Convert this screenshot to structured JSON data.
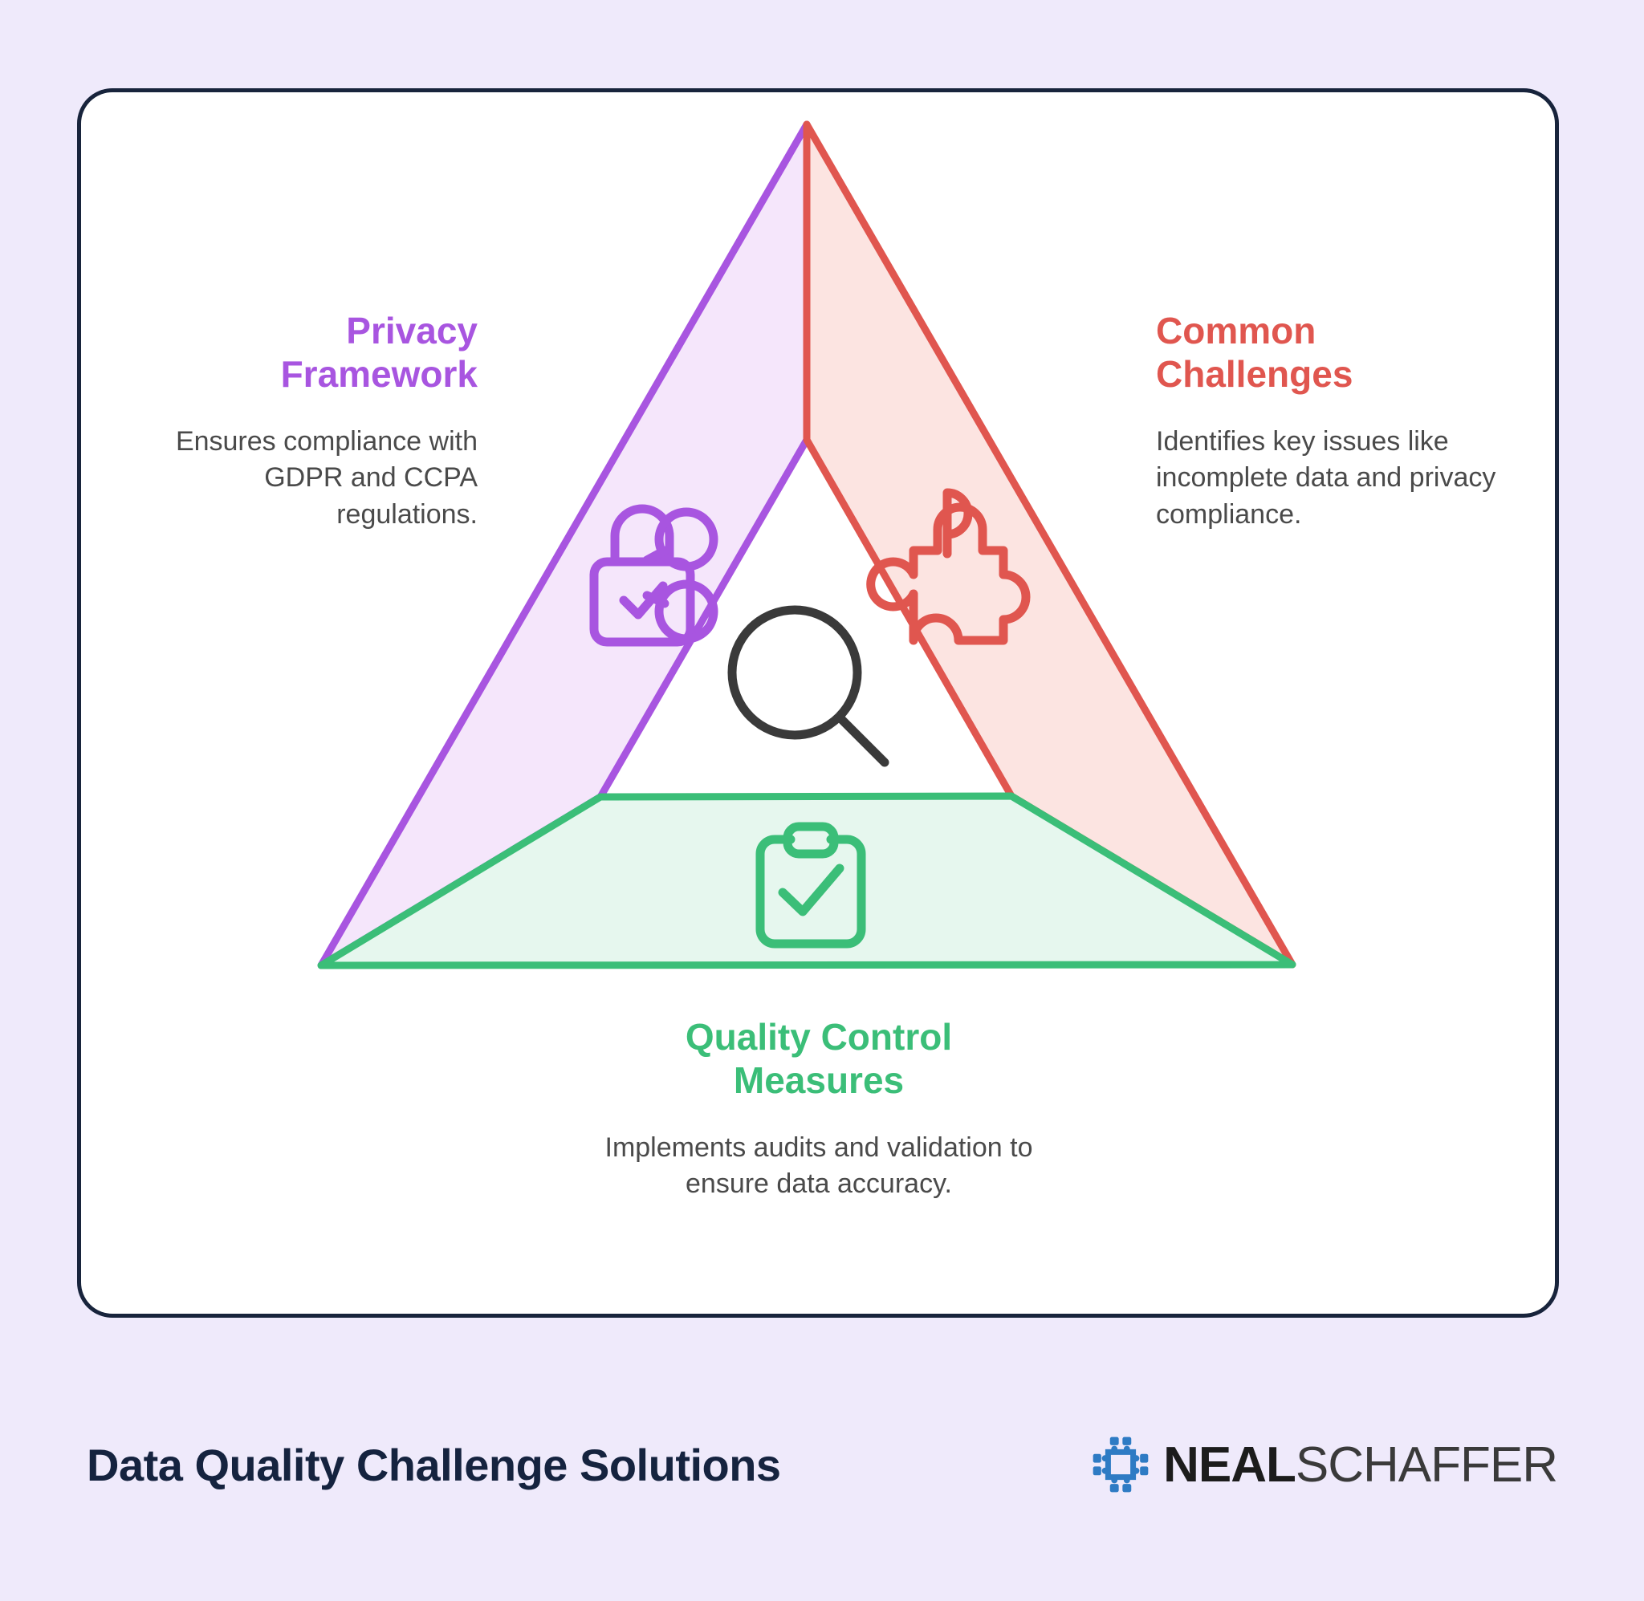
{
  "page": {
    "background_color": "#EFEAFB",
    "card_background": "#FFFFFF",
    "card_border_color": "#18243C"
  },
  "diagram": {
    "type": "triangle-pyramid-infographic",
    "center_icon": "magnifying-glass-icon",
    "segments": [
      {
        "id": "privacy-framework",
        "title": "Privacy\nFramework",
        "title_line1": "Privacy",
        "title_line2": "Framework",
        "description": "Ensures compliance with GDPR and CCPA regulations.",
        "color": "#A855E0",
        "fill": "#F5E6FB",
        "icon": "lock-share-icon",
        "position": "left"
      },
      {
        "id": "common-challenges",
        "title": "Common\nChallenges",
        "title_line1": "Common",
        "title_line2": "Challenges",
        "description": "Identifies key issues like incomplete data and privacy compliance.",
        "color": "#E0564F",
        "fill": "#FCE4E1",
        "icon": "puzzle-piece-icon",
        "position": "right"
      },
      {
        "id": "quality-control-measures",
        "title": "Quality Control\nMeasures",
        "title_line1": "Quality Control",
        "title_line2": "Measures",
        "description": "Implements audits and validation to ensure data accuracy.",
        "color": "#3BBE78",
        "fill": "#E6F7EE",
        "icon": "clipboard-check-icon",
        "position": "bottom"
      }
    ]
  },
  "footer": {
    "title": "Data Quality Challenge Solutions",
    "logo": {
      "icon": "meeting-table-icon",
      "icon_color": "#2E7BC4",
      "name_bold": "NEAL",
      "name_light": "SCHAFFER"
    }
  }
}
